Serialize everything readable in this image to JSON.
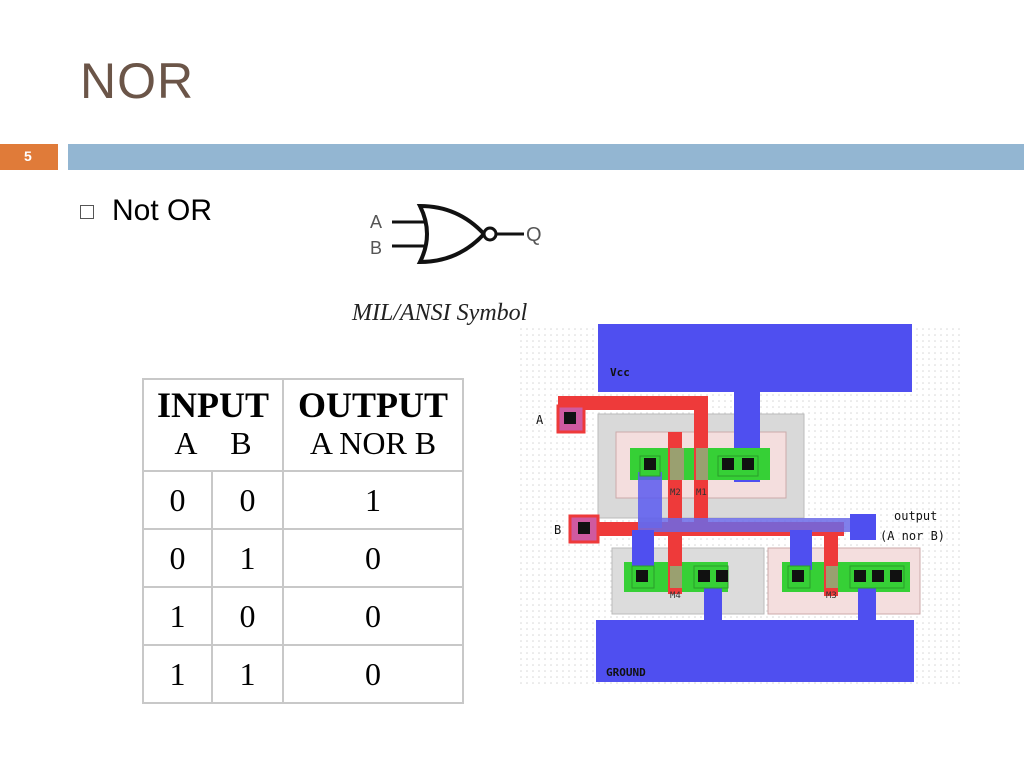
{
  "title": "NOR",
  "slide_number": "5",
  "bullet": "Not OR",
  "gate": {
    "input_a": "A",
    "input_b": "B",
    "output": "Q",
    "caption": "MIL/ANSI Symbol"
  },
  "table": {
    "input_header": "INPUT",
    "output_header": "OUTPUT",
    "col_a": "A",
    "col_b": "B",
    "col_out": "A NOR B",
    "rows": [
      [
        "0",
        "0",
        "1"
      ],
      [
        "0",
        "1",
        "0"
      ],
      [
        "1",
        "0",
        "0"
      ],
      [
        "1",
        "1",
        "0"
      ]
    ]
  },
  "layout": {
    "vcc": "Vcc",
    "ground": "GROUND",
    "input_a": "A",
    "input_b": "B",
    "output_line1": "output",
    "output_line2": "(A  nor  B)",
    "transistors": [
      "M1",
      "M2",
      "M3",
      "M4"
    ],
    "colors": {
      "metal": "#4f4ff0",
      "poly": "#ee3a3a",
      "diffusion": "#36d036",
      "well": "#d9d9d9"
    }
  }
}
